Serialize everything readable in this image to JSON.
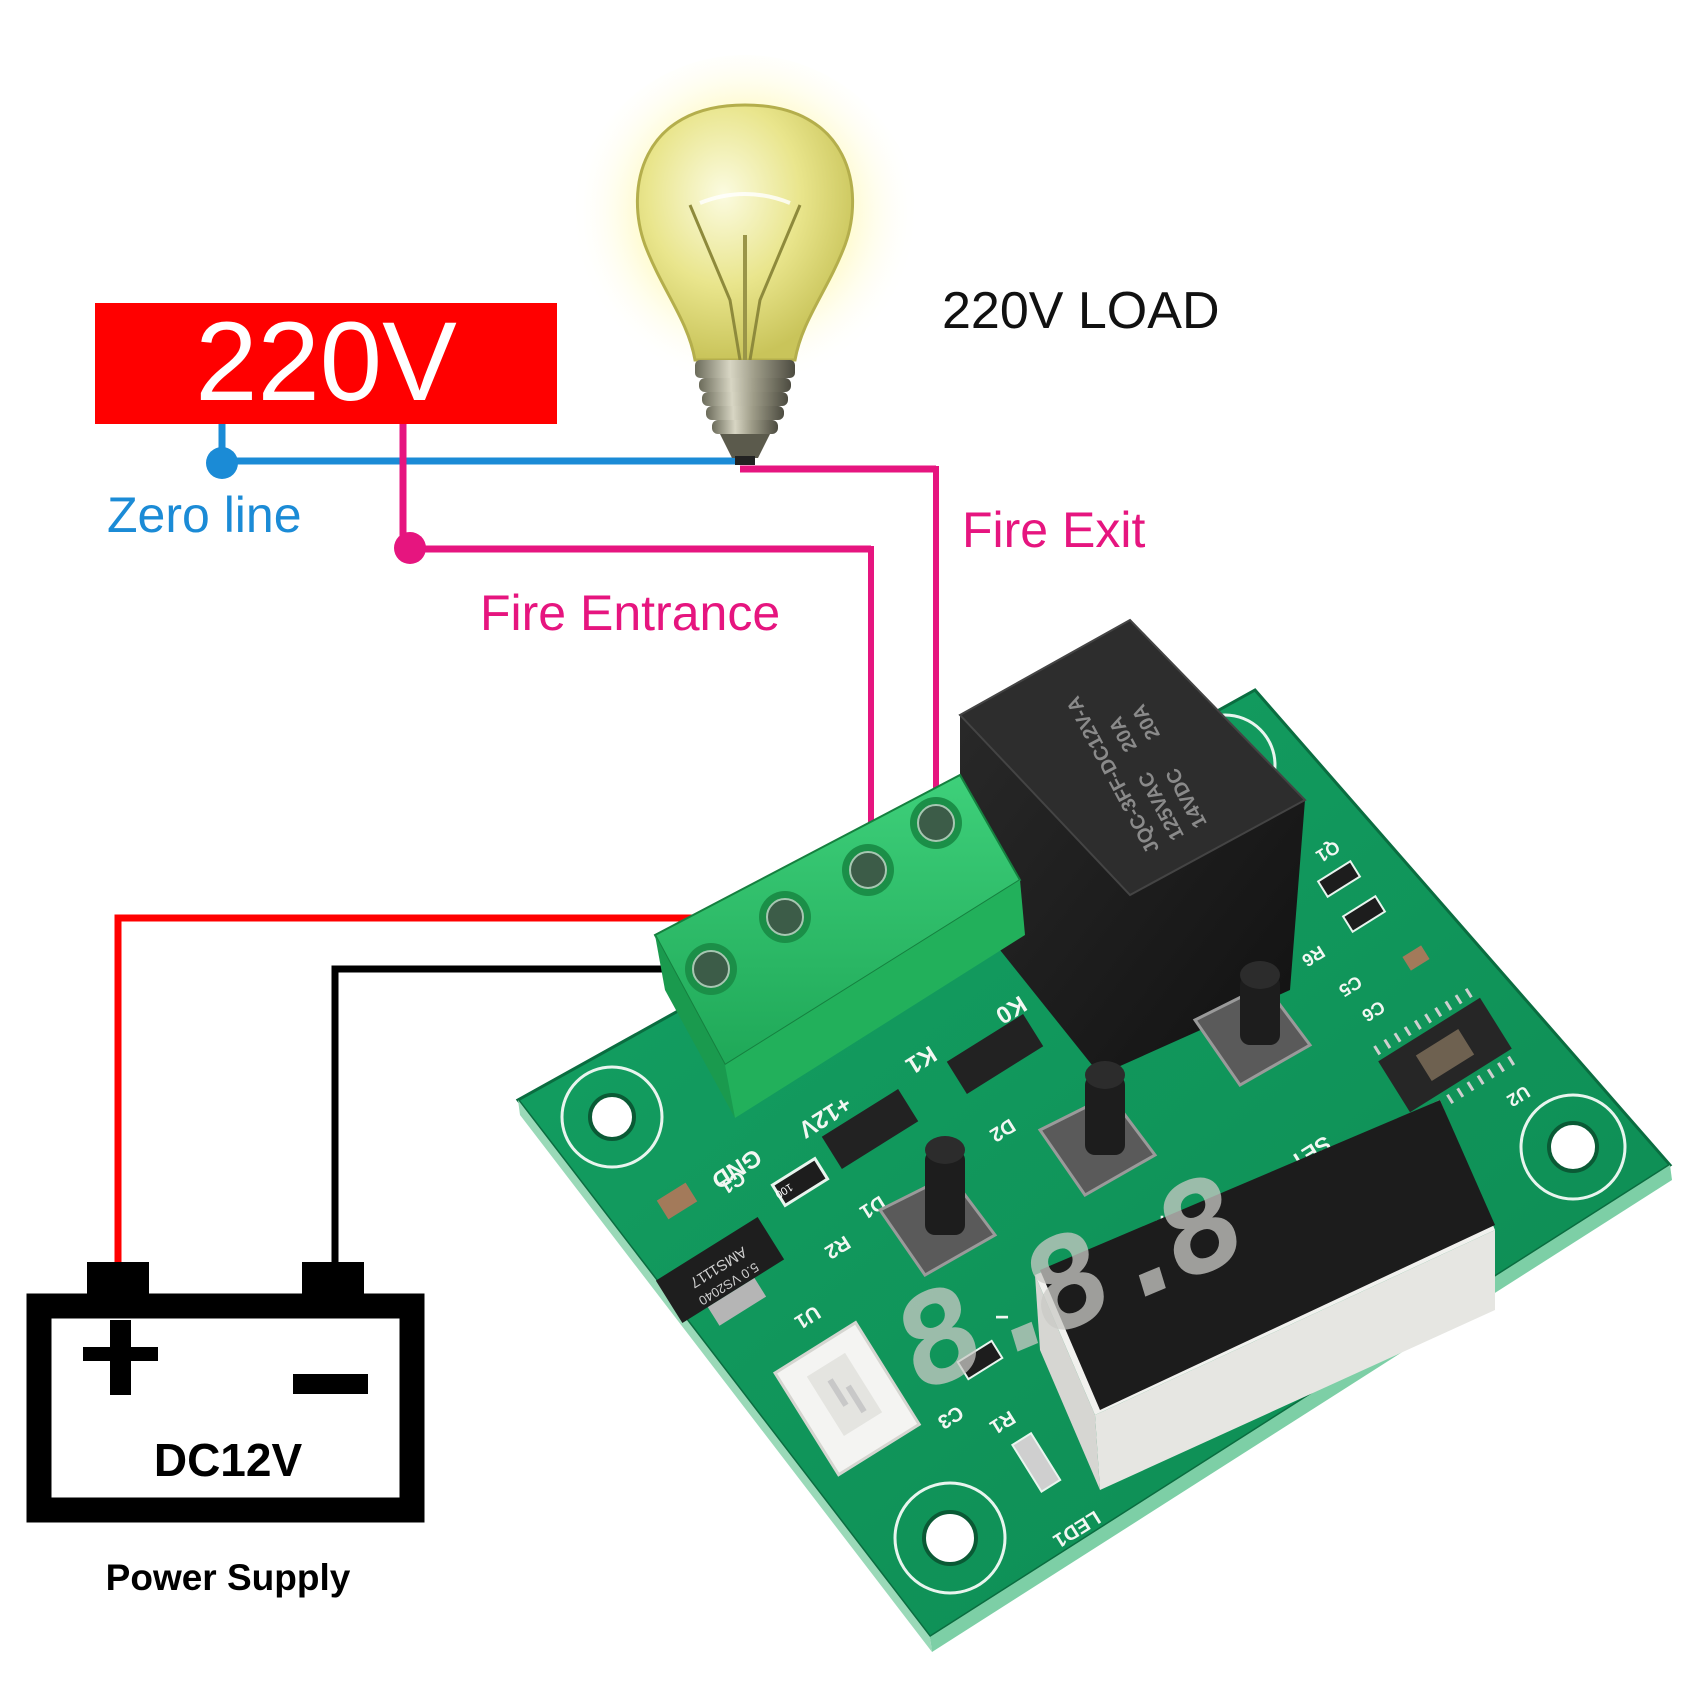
{
  "supply_220v": {
    "label": "220V",
    "color": "#ff0000",
    "text_color": "#ffffff"
  },
  "zero_line": {
    "label": "Zero line",
    "color": "#1b8bd6"
  },
  "fire_entrance": {
    "label": "Fire Entrance",
    "color": "#e6157f"
  },
  "fire_exit": {
    "label": "Fire Exit",
    "color": "#e6157f"
  },
  "load": {
    "label": "220V LOAD",
    "icon": "light-bulb-icon"
  },
  "battery": {
    "label": "DC12V",
    "plus": "+",
    "minus": "−",
    "caption": "Power Supply",
    "positive_wire_color": "#ff0000",
    "negative_wire_color": "#000000"
  },
  "board": {
    "terminal_labels": [
      "GND",
      "+12V",
      "K1",
      "K0"
    ],
    "relay": {
      "model": "JQC-3FF-DC12V-A",
      "rating_1": "125VAC",
      "rating_2": "14VDC",
      "current_1": "20A",
      "current_2": "20A"
    },
    "regulator": {
      "line1": "AMS1117",
      "line2": "5.0 VS2040"
    },
    "resistor_code": "100",
    "silkscreen": [
      "C1",
      "R2",
      "D1",
      "D2",
      "U1",
      "C3",
      "R1",
      "LED1",
      "Q1",
      "R6",
      "C5",
      "C6",
      "U2",
      "SET",
      "+",
      "−"
    ],
    "display": {
      "digits": [
        "8.",
        "8.",
        "8"
      ]
    },
    "buttons": [
      "SET",
      "+",
      "−"
    ]
  }
}
